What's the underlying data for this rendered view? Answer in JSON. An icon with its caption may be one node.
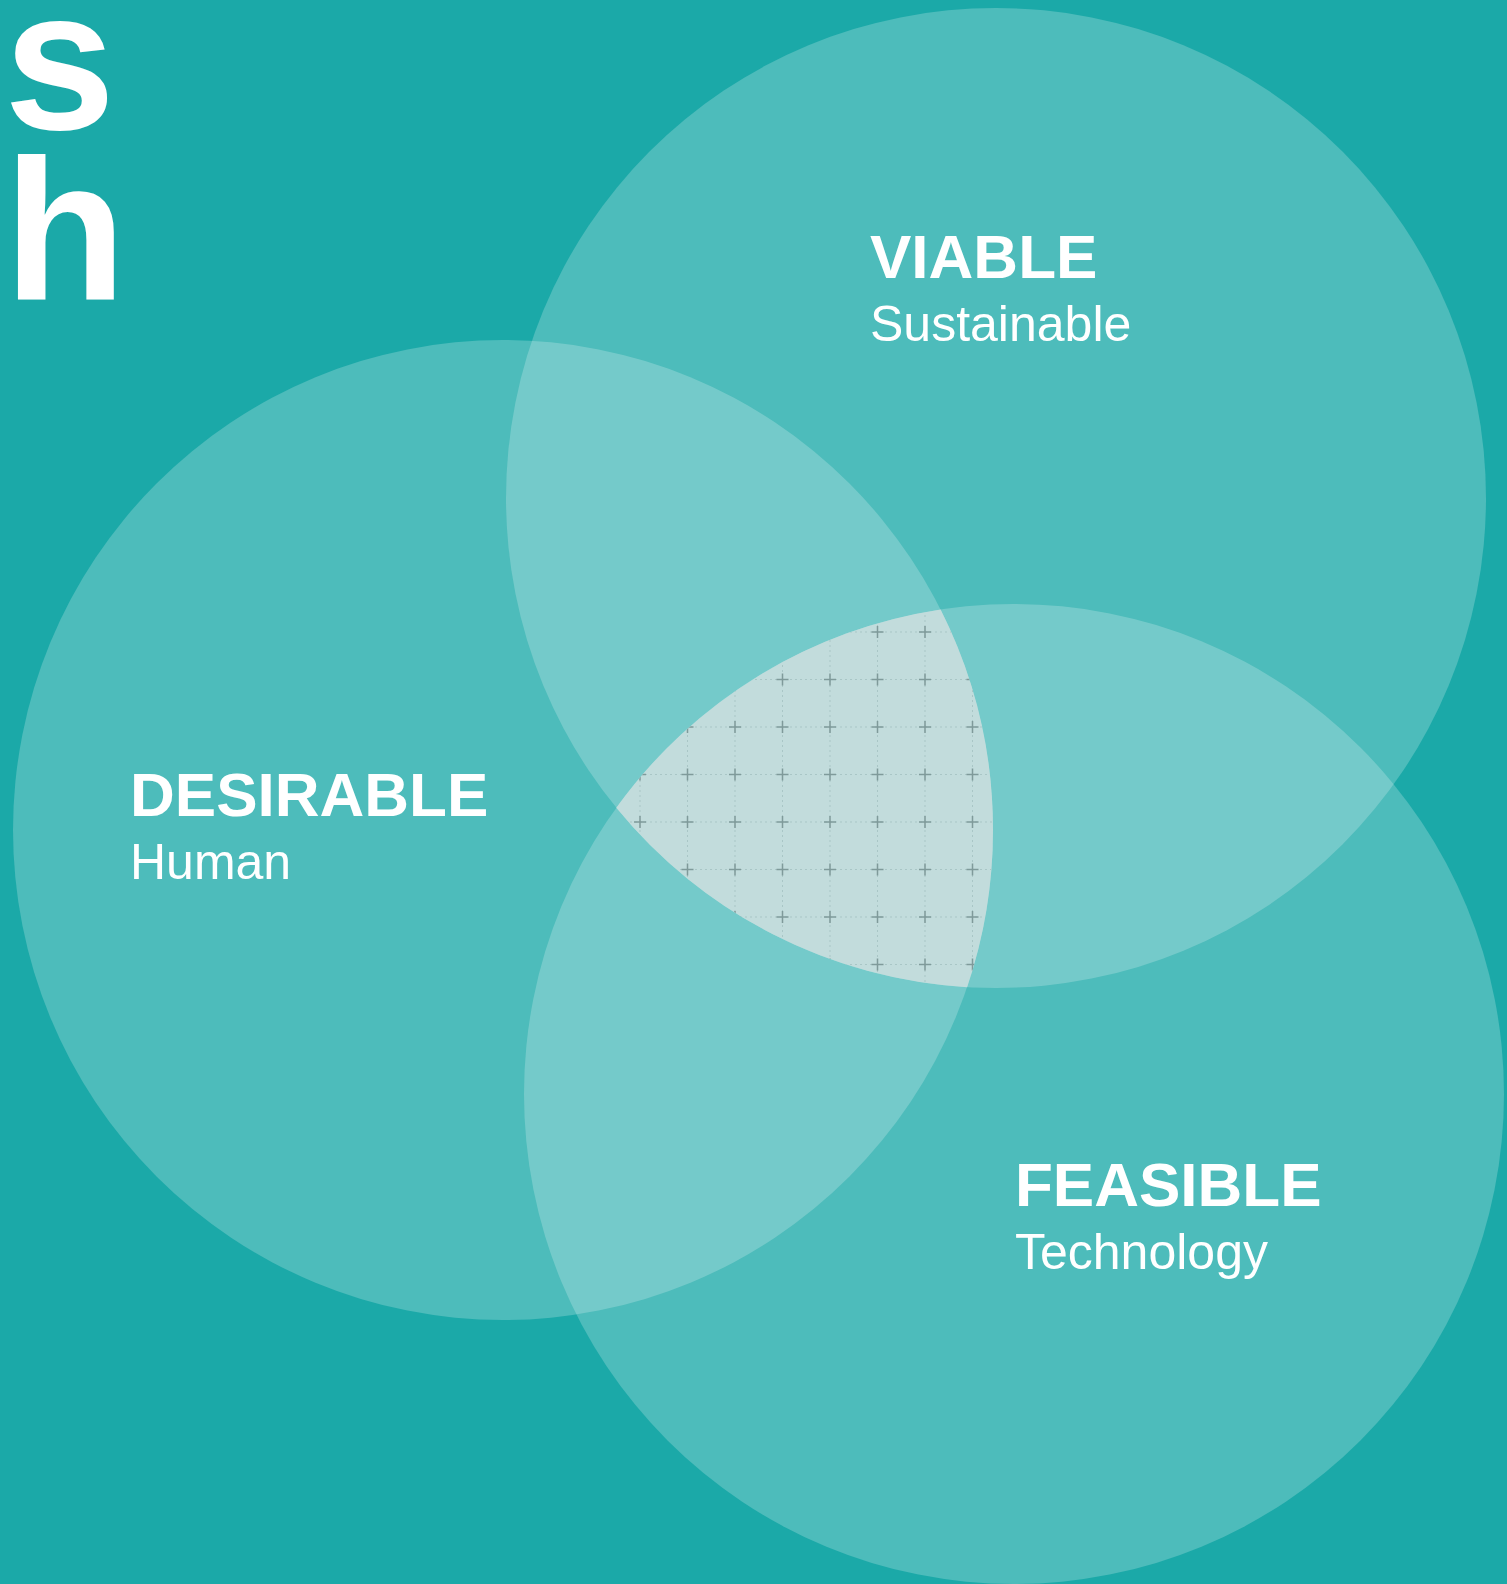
{
  "diagram": {
    "nodes": [
      {
        "text": [
          "VIABLE",
          "Sustainable"
        ]
      },
      {
        "text": [
          "DESIRABLE",
          "Human"
        ]
      },
      {
        "text": [
          "FEASIBLE",
          "Technology"
        ]
      }
    ],
    "labels": [
      "s",
      "h"
    ]
  }
}
